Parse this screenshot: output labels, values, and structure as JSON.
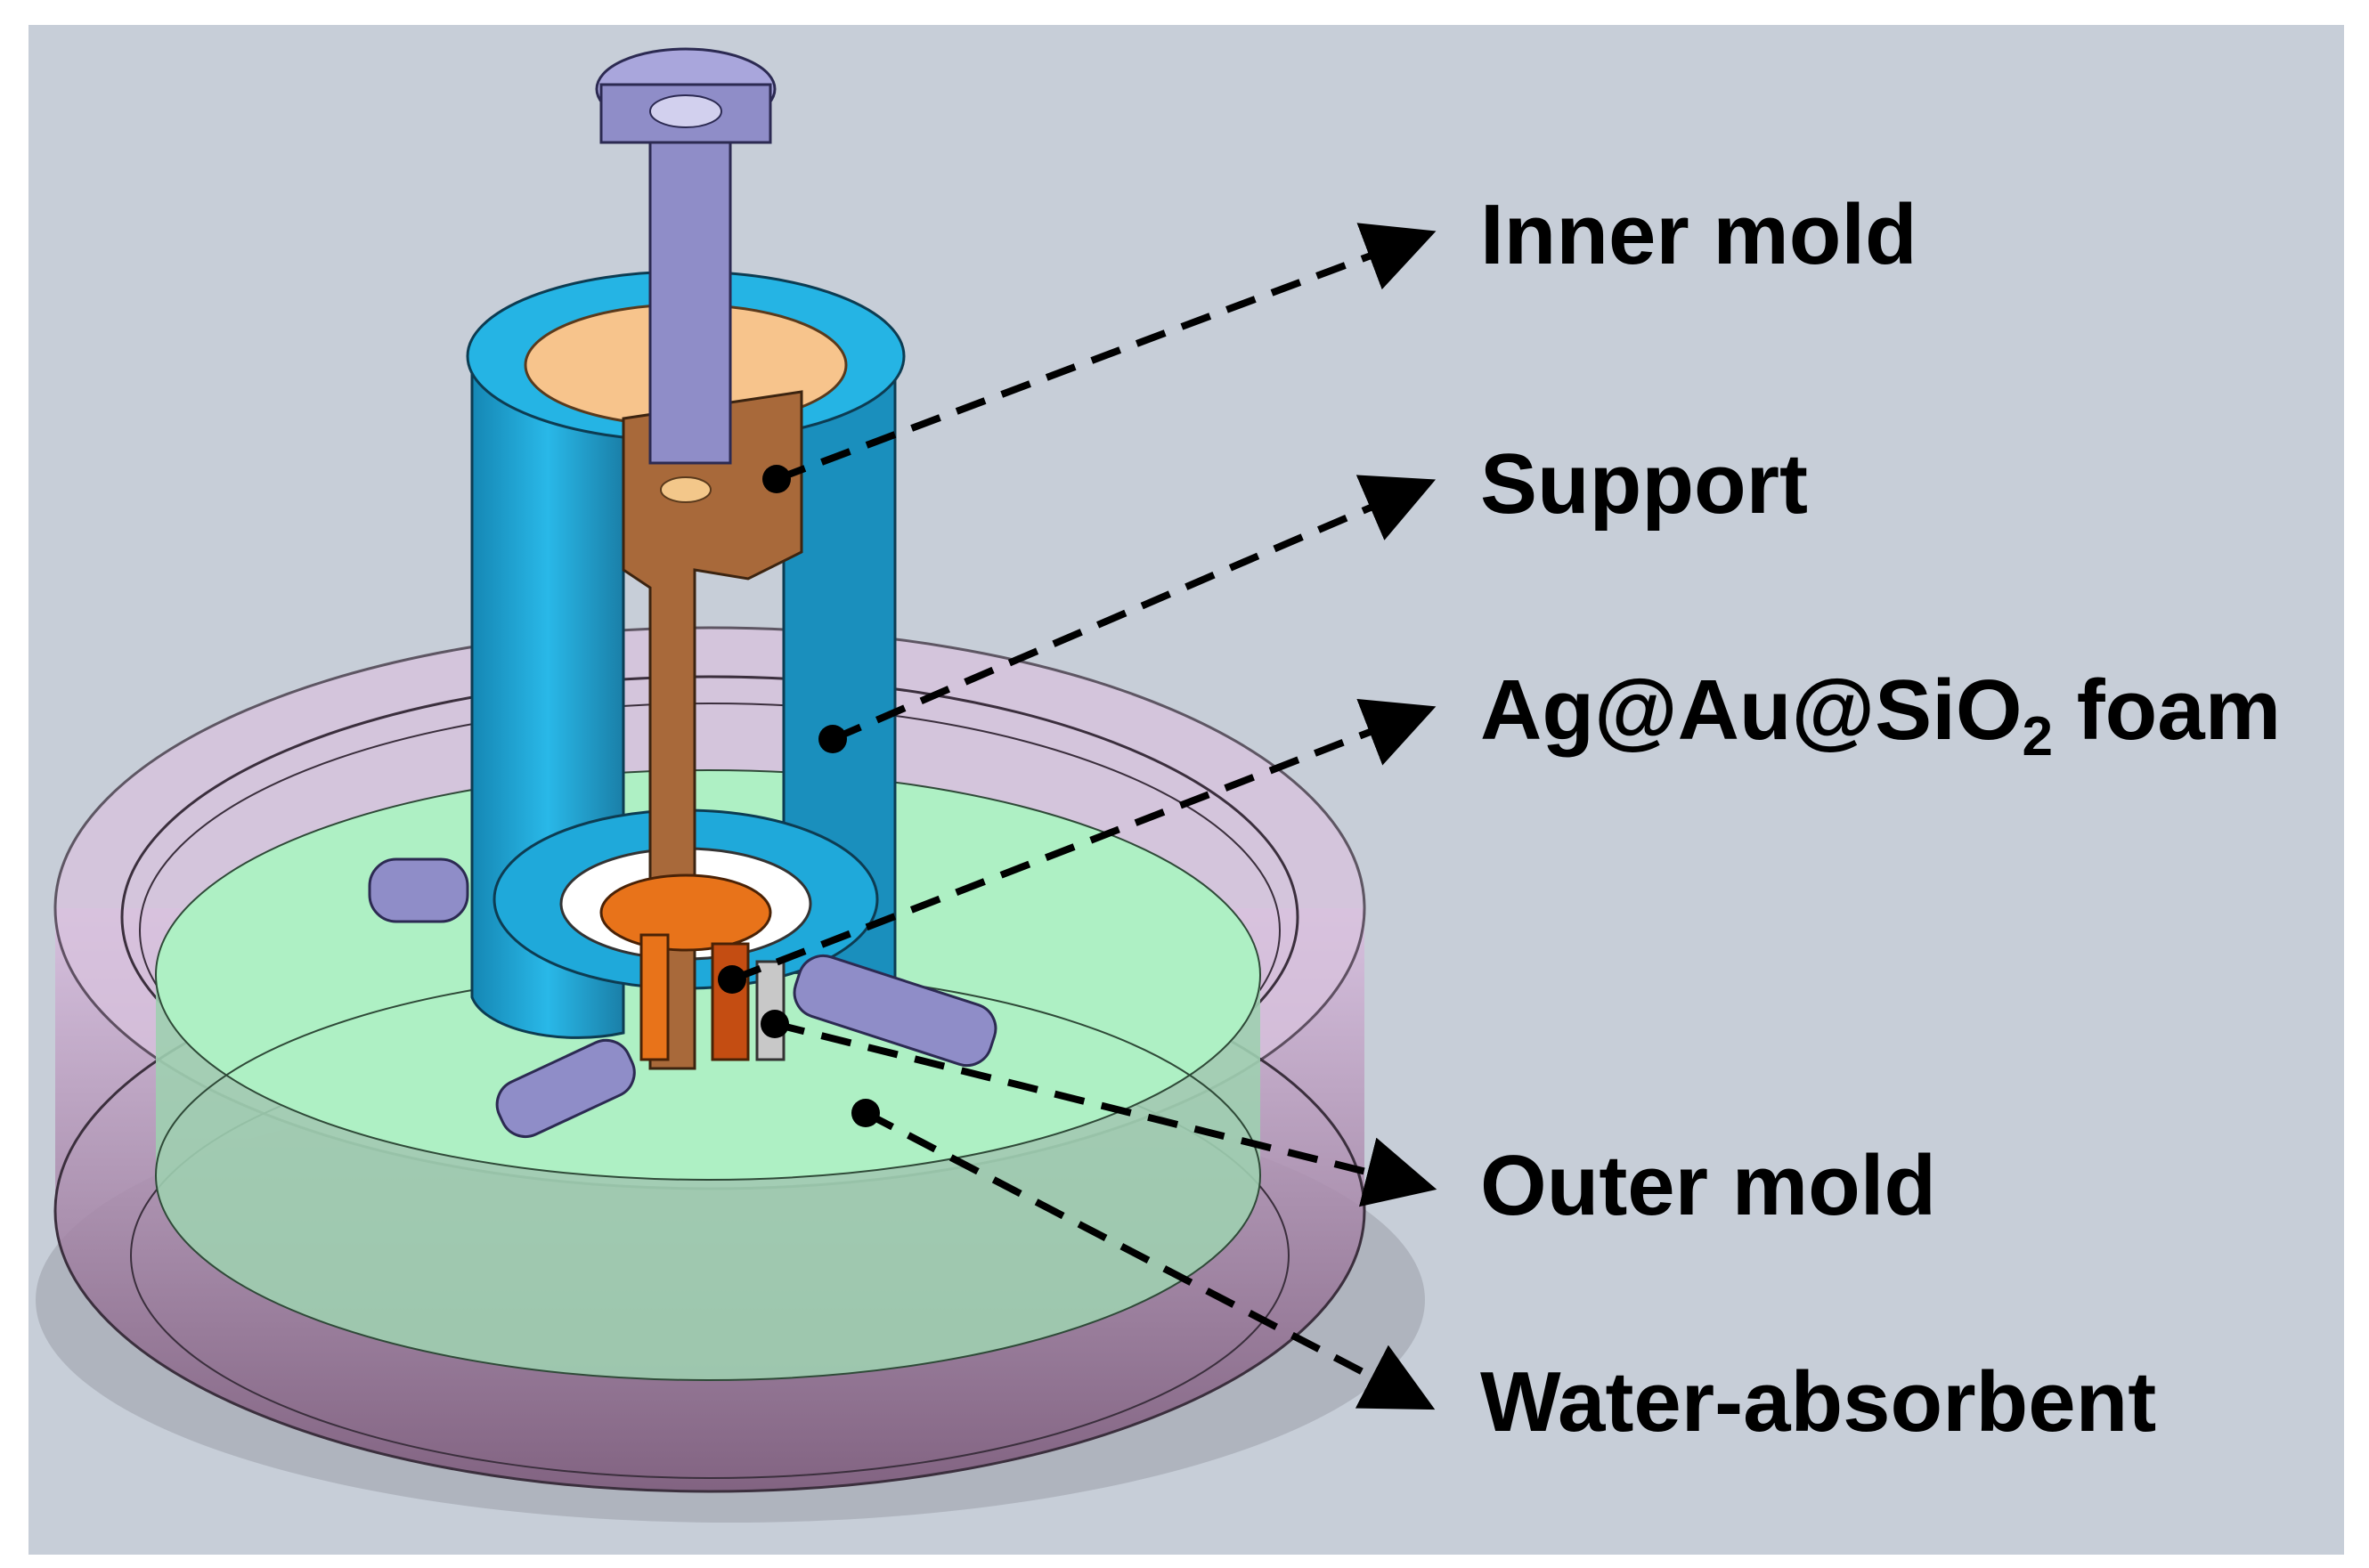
{
  "labels": {
    "inner_mold": "Inner mold",
    "support": "Support",
    "foam_prefix": "Ag@Au@SiO",
    "foam_subscript": "2",
    "foam_suffix": " foam",
    "outer_mold": "Outer mold",
    "water_absorbent": "Water-absorbent"
  },
  "colors": {
    "background": "#c7ced8",
    "inner_mold": "#1aa6d6",
    "support": "#a8693a",
    "foam": "#e8731a",
    "outer_mold": "#b89cbf",
    "water_absorbent": "#aef0c4",
    "screws": "#8f8dc8"
  }
}
